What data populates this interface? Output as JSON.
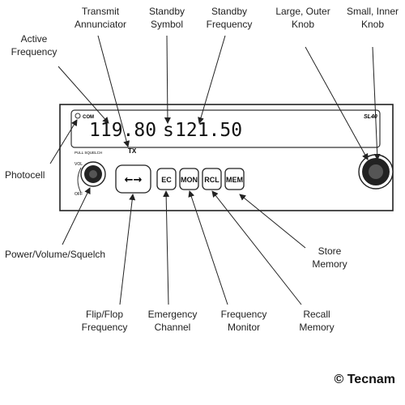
{
  "callouts": {
    "transmit_annunciator": "Transmit\nAnnunciator",
    "standby_symbol": "Standby\nSymbol",
    "standby_frequency": "Standby\nFrequency",
    "large_outer_knob": "Large, Outer\nKnob",
    "small_inner_knob": "Small, Inner\nKnob",
    "active_frequency": "Active\nFrequency",
    "photocell": "Photocell",
    "power_volume_squelch": "Power/Volume/Squelch",
    "store_memory": "Store\nMemory",
    "flip_flop_frequency": "Flip/Flop\nFrequency",
    "emergency_channel": "Emergency\nChannel",
    "frequency_monitor": "Frequency\nMonitor",
    "recall_memory": "Recall\nMemory"
  },
  "device": {
    "mode_label": "COM",
    "model": "SL40",
    "active_frequency": "119.80",
    "standby_marker": "s",
    "standby_frequency": "121.50",
    "transmit_indicator": "TX",
    "squelch_label": "PULL SQUELCH",
    "vol_label": "VOL",
    "off_label": "OFF",
    "flip_flop_symbol": "←→",
    "buttons": [
      "EC",
      "MON",
      "RCL",
      "MEM"
    ]
  },
  "copyright": "© Tecnam"
}
